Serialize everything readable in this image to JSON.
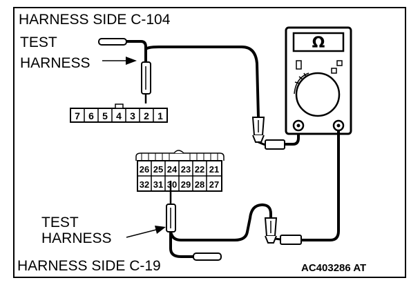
{
  "labels": {
    "harness_top": "HARNESS SIDE C-104",
    "harness_bottom": "HARNESS SIDE C-19",
    "test_top_1": "TEST",
    "test_top_2": "HARNESS",
    "test_bottom_1": "TEST",
    "test_bottom_2": "HARNESS",
    "figure_code": "AC403286 AT"
  },
  "meter": {
    "symbol": "Ω",
    "icon": "ohmmeter-icon"
  },
  "connector_c104": {
    "pins": [
      "7",
      "6",
      "5",
      "4",
      "3",
      "2",
      "1"
    ]
  },
  "connector_c19": {
    "row_top": [
      "26",
      "25",
      "24",
      "23",
      "22",
      "21"
    ],
    "row_bottom": [
      "32",
      "31",
      "30",
      "29",
      "28",
      "27"
    ]
  }
}
